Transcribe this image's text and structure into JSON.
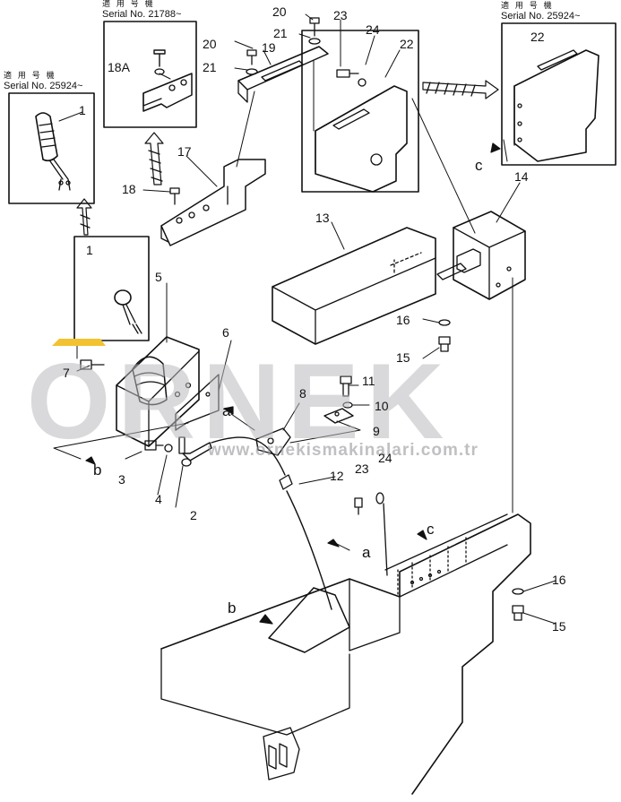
{
  "serial_labels": {
    "top_left": {
      "jp": "適 用 号 機",
      "serial": "Serial No. 21788~"
    },
    "left": {
      "jp": "適 用 号 機",
      "serial": "Serial No. 25924~"
    },
    "top_right": {
      "jp": "適 用 号 機",
      "serial": "Serial No. 25924~"
    }
  },
  "part_numbers": {
    "p1a": "1",
    "p1b": "1",
    "p2": "2",
    "p3": "3",
    "p4": "4",
    "p5": "5",
    "p6": "6",
    "p7": "7",
    "p8": "8",
    "p9": "9",
    "p10": "10",
    "p11": "11",
    "p12": "12",
    "p13": "13",
    "p14": "14",
    "p15a": "15",
    "p15b": "15",
    "p16a": "16",
    "p16b": "16",
    "p17": "17",
    "p18": "18",
    "p18A": "18A",
    "p19": "19",
    "p20a": "20",
    "p20b": "20",
    "p21a": "21",
    "p21b": "21",
    "p22a": "22",
    "p22b": "22",
    "p23a": "23",
    "p23b": "23",
    "p24a": "24",
    "p24b": "24"
  },
  "reference_letters": {
    "a1": "a",
    "a2": "a",
    "b1": "b",
    "b2": "b",
    "c1": "c",
    "c2": "c"
  },
  "watermark": {
    "logo": "ORNEK",
    "url": "www.ornekismakinalari.com.tr",
    "accent_color": "#f2c230"
  }
}
